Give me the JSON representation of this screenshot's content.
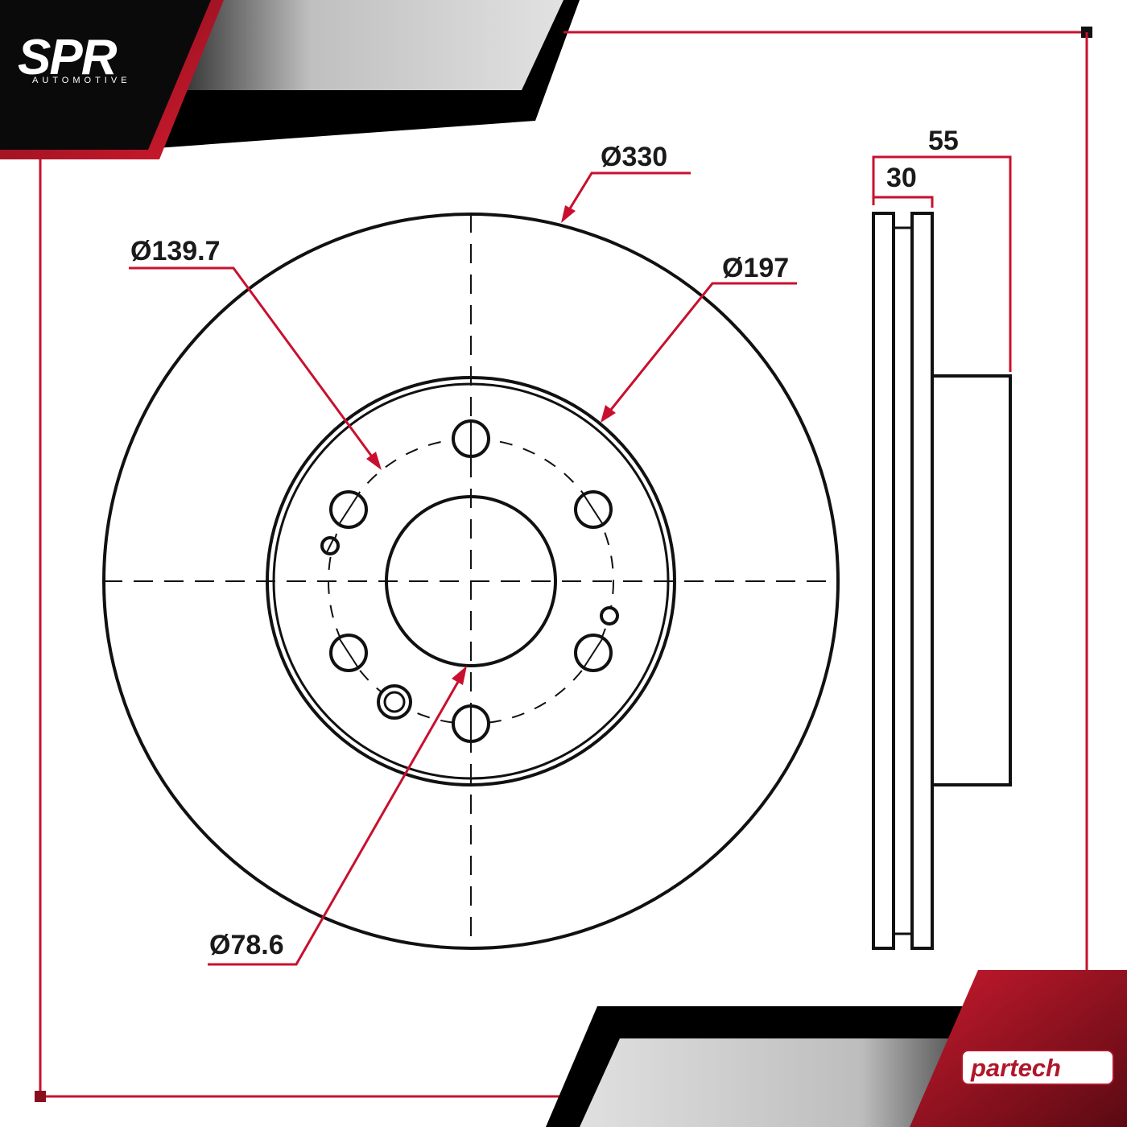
{
  "header": {
    "logo_text": "SPR",
    "logo_subtext": "AUTOMOTIVE"
  },
  "footer": {
    "brand_text": "partech"
  },
  "dimensions": {
    "outer_diameter": "Ø330",
    "bolt_circle": "Ø139.7",
    "hat_diameter": "Ø197",
    "center_bore": "Ø78.6",
    "total_height": "55",
    "thickness": "30"
  },
  "colors": {
    "accent_red": "#c8102e",
    "drawing_black": "#111111",
    "band_black": "#000000",
    "band_gray": "#d4d4d4",
    "logo_red": "#b0162a"
  }
}
